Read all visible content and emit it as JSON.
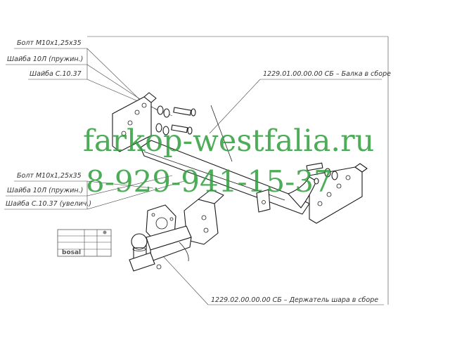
{
  "labels": {
    "top_group": [
      "Болт М10х1,25х35",
      "Шайба 10Л (пружин.)",
      "Шайба С.10.37"
    ],
    "mid_group": [
      "Болт М10х1,25х35",
      "Шайба 10Л (пружин.)",
      "Шайба С.10.37 (увелич.)"
    ],
    "beam": "1229.01.00.00.00 СБ – Балка в сборе",
    "holder": "1229.02.00.00.00 СБ – Держатель шара в сборе"
  },
  "watermark": {
    "site": "farkop-westfalia.ru",
    "phone": "8-929-941-15-37"
  },
  "colors": {
    "watermark": "#2f9e3a",
    "line": "#1a1a1a"
  },
  "logo": "bosal"
}
